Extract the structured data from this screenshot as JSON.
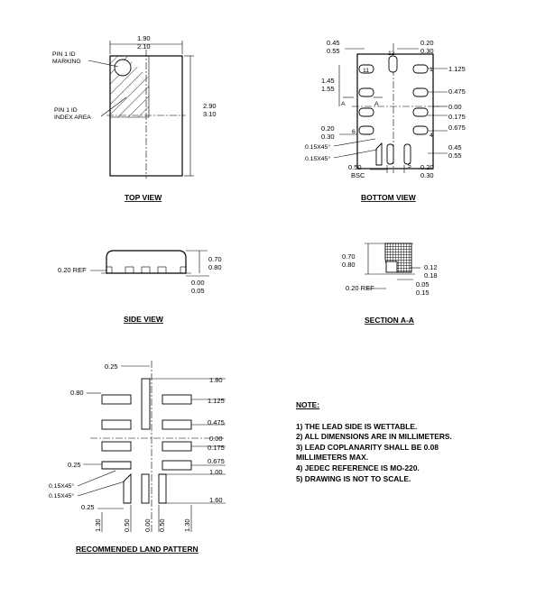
{
  "views": {
    "top": {
      "title": "TOP VIEW",
      "width_min": "1.90",
      "width_max": "2.10",
      "length_min": "2.90",
      "length_max": "3.10",
      "pin1_marking_1": "PIN 1 ID",
      "pin1_marking_2": "MARKING",
      "pin1_area_1": "PIN 1 ID",
      "pin1_area_2": "INDEX AREA"
    },
    "bottom": {
      "title": "BOTTOM VIEW",
      "d045": "0.45",
      "d055": "0.55",
      "d020": "0.20",
      "d030": "0.30",
      "pin11": "11",
      "pin12": "12",
      "pin1": "1",
      "d1125": "1.125",
      "d145": "1.45",
      "d155": "1.55",
      "secA1": "A",
      "secA2": "A",
      "d0475": "0.475",
      "d000": "0.00",
      "d0175": "0.175",
      "d020b": "0.20",
      "d030b": "0.30",
      "pin6": "6",
      "pin4": "4",
      "pin5": "5",
      "d0675": "0.675",
      "chamfer1": "0.15X45°",
      "chamfer2": "0.15X45°",
      "d045b": "0.45",
      "d055b": "0.55",
      "d050": "0.50",
      "bsc": "BSC",
      "d020c": "0.20",
      "d030c": "0.30"
    },
    "side": {
      "title": "SIDE VIEW",
      "ref": "0.20 REF",
      "h070": "0.70",
      "h080": "0.80",
      "s000": "0.00",
      "s005": "0.05"
    },
    "section": {
      "title": "SECTION A-A",
      "h070": "0.70",
      "h080": "0.80",
      "t012": "0.12",
      "t018": "0.18",
      "s005": "0.05",
      "s015": "0.15",
      "ref": "0.20 REF"
    },
    "land": {
      "title": "RECOMMENDED LAND PATTERN",
      "w025": "0.25",
      "h180": "1.80",
      "w080": "0.80",
      "y1125": "1.125",
      "y0475": "0.475",
      "y000": "0.00",
      "y0175": "0.175",
      "w025b": "0.25",
      "y0675": "0.675",
      "y100": "1.00",
      "ch1": "0.15X45°",
      "ch2": "0.15X45°",
      "w025c": "0.25",
      "y160": "1.60",
      "v130a": "1.30",
      "v050a": "0.50",
      "v000": "0.00",
      "v050b": "0.50",
      "v130b": "1.30"
    }
  },
  "notes": {
    "heading": "NOTE:",
    "lines": [
      "1) THE LEAD SIDE IS WETTABLE.",
      "2) ALL DIMENSIONS ARE IN MILLIMETERS.",
      "3) LEAD COPLANARITY SHALL BE 0.08",
      "MILLIMETERS MAX.",
      "4) JEDEC REFERENCE IS MO-220.",
      "5) DRAWING IS NOT TO SCALE."
    ]
  }
}
